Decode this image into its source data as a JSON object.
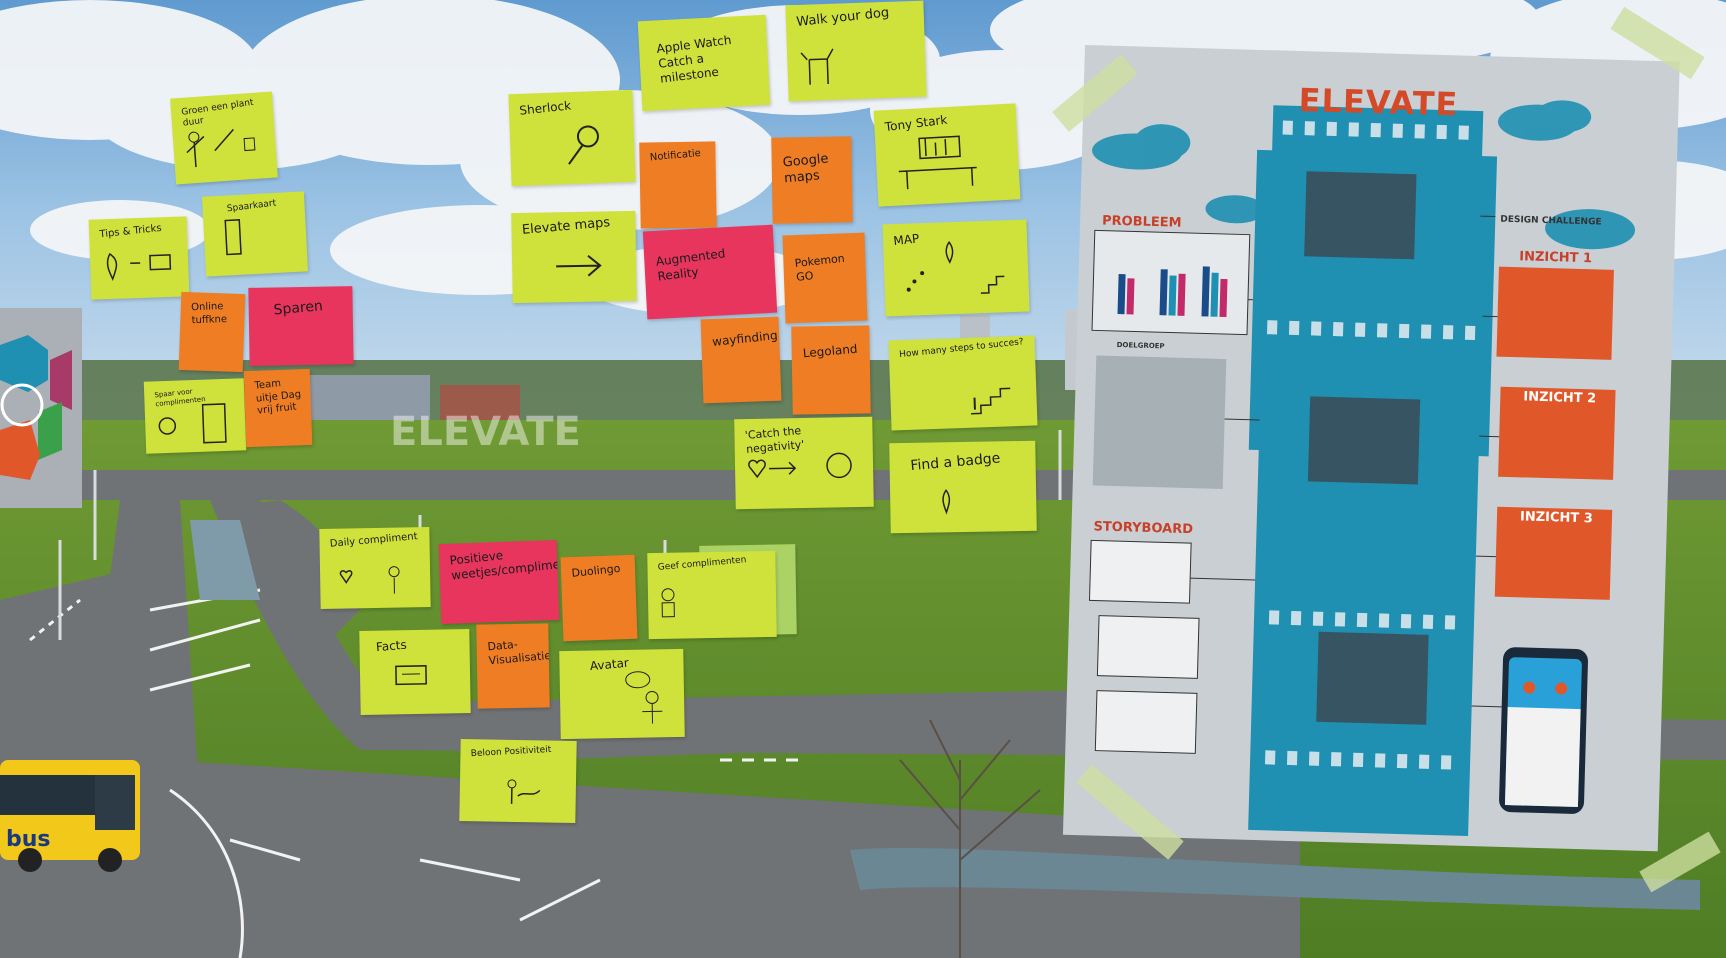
{
  "colors": {
    "sky": "#7fb3dd",
    "grass": "#5e8f2a",
    "road": "#6f7274",
    "note_yellow": "#cfe23b",
    "note_orange": "#ef7d23",
    "note_pink": "#e8355e",
    "poster_gray": "#c9cfd2",
    "poster_blue": "#1f8fb2",
    "poster_orange": "#e0582a",
    "bus_yellow": "#f2c81a"
  },
  "notes": [
    {
      "id": "groen",
      "text": "Groen een plant duur"
    },
    {
      "id": "tips",
      "text": "Tips & Tricks"
    },
    {
      "id": "spaarkaart",
      "text": "Spaarkaart"
    },
    {
      "id": "online",
      "text": "Online tuffkne"
    },
    {
      "id": "sparen",
      "text": "Sparen"
    },
    {
      "id": "spaar",
      "text": "Spaar voor complimenten"
    },
    {
      "id": "team",
      "text": "Team uitje Dag vrij fruit"
    },
    {
      "id": "sherlock",
      "text": "Sherlock"
    },
    {
      "id": "apple",
      "text": "Apple Watch Catch a milestone"
    },
    {
      "id": "walk",
      "text": "Walk your dog"
    },
    {
      "id": "notificatie",
      "text": "Notificatie"
    },
    {
      "id": "google",
      "text": "Google maps"
    },
    {
      "id": "tony",
      "text": "Tony Stark"
    },
    {
      "id": "elevate_maps",
      "text": "Elevate maps"
    },
    {
      "id": "augmented",
      "text": "Augmented Reality"
    },
    {
      "id": "pokemon",
      "text": "Pokemon GO"
    },
    {
      "id": "map",
      "text": "MAP"
    },
    {
      "id": "wayfinding",
      "text": "wayfinding"
    },
    {
      "id": "legoland",
      "text": "Legoland"
    },
    {
      "id": "steps",
      "text": "How many steps to succes?"
    },
    {
      "id": "catch",
      "text": "'Catch the negativity'"
    },
    {
      "id": "badge",
      "text": "Find a badge"
    },
    {
      "id": "daily",
      "text": "Daily compliment"
    },
    {
      "id": "positieve",
      "text": "Positieve weetjes/complimenten"
    },
    {
      "id": "duolingo",
      "text": "Duolingo"
    },
    {
      "id": "geef",
      "text": "Geef complimenten"
    },
    {
      "id": "facts",
      "text": "Facts"
    },
    {
      "id": "data",
      "text": "Data- Visualisatie"
    },
    {
      "id": "avatar",
      "text": "Avatar"
    },
    {
      "id": "beloon",
      "text": "Beloon Positiviteit"
    }
  ],
  "poster": {
    "title": "ELEVATE",
    "sections": {
      "probleem": "PROBLEEM",
      "design_challenge": "DESIGN CHALLENGE",
      "inzicht_1": "INZICHT 1",
      "inzicht_2": "INZICHT 2",
      "inzicht_3": "INZICHT 3",
      "doelgroep": "DOELGROEP",
      "storyboard": "STORYBOARD"
    }
  },
  "window_lettering": "ELEVATE",
  "bus_label": "bus"
}
